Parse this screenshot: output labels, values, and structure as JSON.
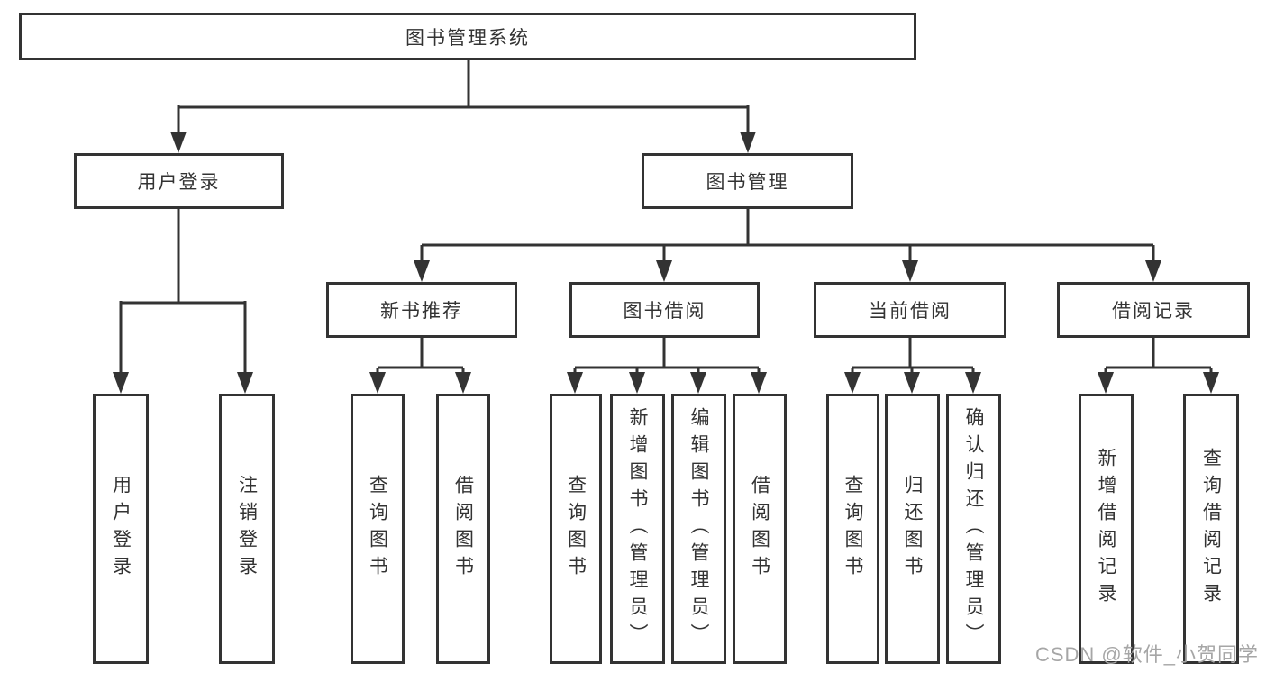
{
  "colors": {
    "line": "#333333",
    "box_border": "#333333",
    "box_fill": "#ffffff",
    "text": "#333333",
    "watermark": "#a6a6a6"
  },
  "watermark": {
    "text": "CSDN @软件_小贺同学"
  },
  "diagram": {
    "type": "tree",
    "root": {
      "label": "图书管理系统",
      "children": [
        {
          "label": "用户登录",
          "children": [
            {
              "label": "用户登录"
            },
            {
              "label": "注销登录"
            }
          ]
        },
        {
          "label": "图书管理",
          "children": [
            {
              "label": "新书推荐",
              "children": [
                {
                  "label": "查询图书"
                },
                {
                  "label": "借阅图书"
                }
              ]
            },
            {
              "label": "图书借阅",
              "children": [
                {
                  "label": "查询图书"
                },
                {
                  "label": "新增图书（管理员）"
                },
                {
                  "label": "编辑图书（管理员）"
                },
                {
                  "label": "借阅图书"
                }
              ]
            },
            {
              "label": "当前借阅",
              "children": [
                {
                  "label": "查询图书"
                },
                {
                  "label": "归还图书"
                },
                {
                  "label": "确认归还（管理员）"
                }
              ]
            },
            {
              "label": "借阅记录",
              "children": [
                {
                  "label": "新增借阅记录"
                },
                {
                  "label": "查询借阅记录"
                }
              ]
            }
          ]
        }
      ]
    }
  }
}
